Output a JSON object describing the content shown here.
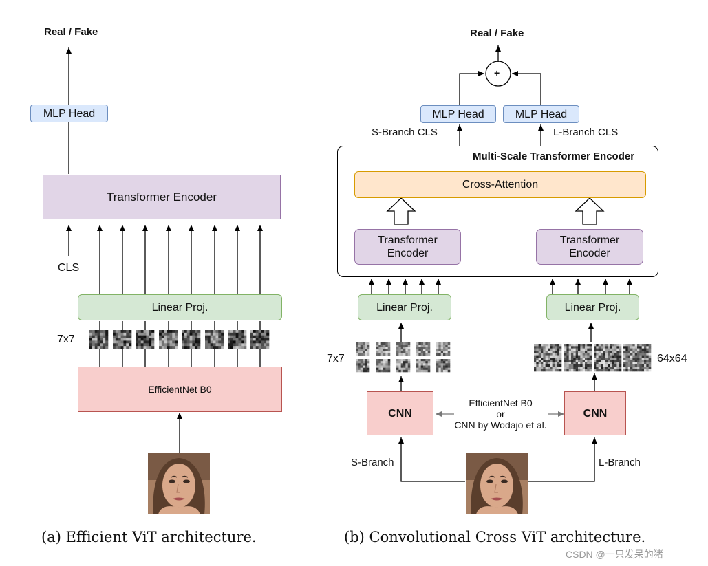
{
  "left_diagram": {
    "output_label": "Real / Fake",
    "mlp_head": "MLP Head",
    "transformer_encoder": "Transformer Encoder",
    "cls_label": "CLS",
    "linear_proj": "Linear Proj.",
    "patch_size_label": "7x7",
    "backbone": "EfficientNet B0",
    "caption": "(a) Efficient ViT architecture."
  },
  "right_diagram": {
    "output_label": "Real / Fake",
    "sum_symbol": "+",
    "mlp_head_left": "MLP Head",
    "mlp_head_right": "MLP Head",
    "s_branch_cls": "S-Branch CLS",
    "l_branch_cls": "L-Branch CLS",
    "encoder_title": "Multi-Scale Transformer Encoder",
    "cross_attention": "Cross-Attention",
    "transformer_left": [
      "Transformer",
      "Encoder"
    ],
    "transformer_right": [
      "Transformer",
      "Encoder"
    ],
    "linear_proj_left": "Linear Proj.",
    "linear_proj_right": "Linear Proj.",
    "small_patch_label": "7x7",
    "large_patch_label": "64x64",
    "cnn_left": "CNN",
    "cnn_right": "CNN",
    "backbone_note": [
      "EfficientNet B0",
      "or",
      "CNN by Wodajo et al."
    ],
    "s_branch": "S-Branch",
    "l_branch": "L-Branch",
    "caption": "(b) Convolutional Cross ViT architecture."
  },
  "watermark": "CSDN @一只发呆的猪"
}
